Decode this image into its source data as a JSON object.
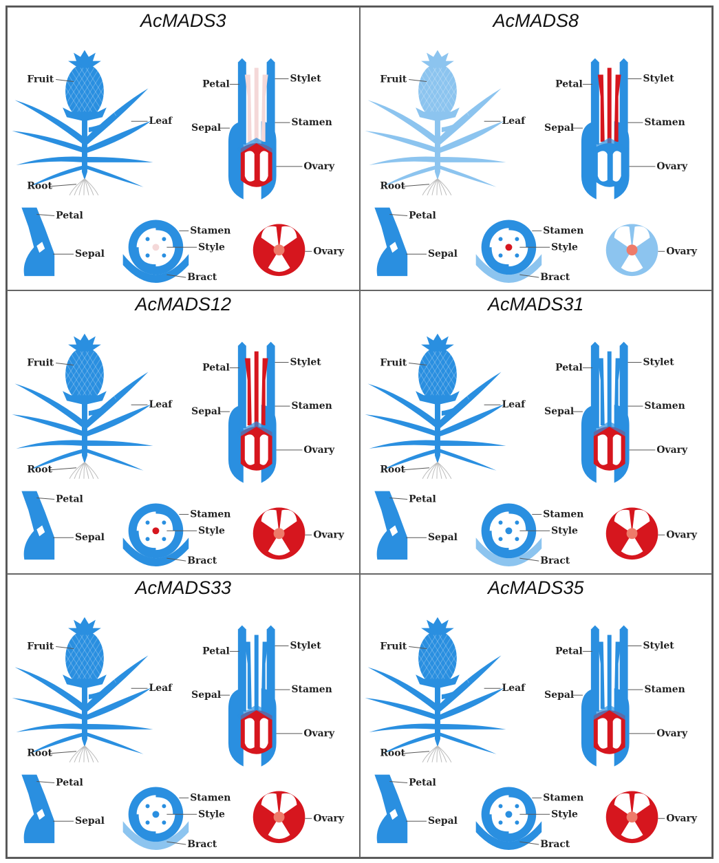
{
  "colors": {
    "expressed_blue": "#2a8fe0",
    "light_blue": "#8cc4ef",
    "expressed_red": "#d6161e",
    "pale_pink": "#f4d8d8",
    "ovary_center": "#ee7b6a",
    "root_gray": "#bbbbbb"
  },
  "labels": {
    "fruit": "Fruit",
    "leaf": "Leaf",
    "root": "Root",
    "petal": "Petal",
    "sepal": "Sepal",
    "stylet": "Stylet",
    "stamen": "Stamen",
    "ovary": "Ovary",
    "style": "Style",
    "bract": "Bract"
  },
  "panels": [
    {
      "title": "AcMADS3",
      "plant": "expressed_blue",
      "flower_stamen": "pale_pink",
      "flower_ovary": "expressed_red",
      "cross_ovary": "expressed_red",
      "bract": "expressed_blue"
    },
    {
      "title": "AcMADS8",
      "plant": "light_blue",
      "flower_stamen": "expressed_red",
      "flower_ovary": "expressed_blue",
      "cross_ovary": "light_blue",
      "bract": "light_blue"
    },
    {
      "title": "AcMADS12",
      "plant": "expressed_blue",
      "flower_stamen": "expressed_red",
      "flower_ovary": "expressed_red",
      "cross_ovary": "expressed_red",
      "bract": "expressed_blue"
    },
    {
      "title": "AcMADS31",
      "plant": "expressed_blue",
      "flower_stamen": "expressed_blue",
      "flower_ovary": "expressed_red",
      "cross_ovary": "expressed_red",
      "bract": "light_blue"
    },
    {
      "title": "AcMADS33",
      "plant": "expressed_blue",
      "flower_stamen": "expressed_blue",
      "flower_ovary": "expressed_red",
      "cross_ovary": "expressed_red",
      "bract": "light_blue"
    },
    {
      "title": "AcMADS35",
      "plant": "expressed_blue",
      "flower_stamen": "expressed_blue",
      "flower_ovary": "expressed_red",
      "cross_ovary": "expressed_red",
      "bract": "expressed_blue"
    }
  ]
}
